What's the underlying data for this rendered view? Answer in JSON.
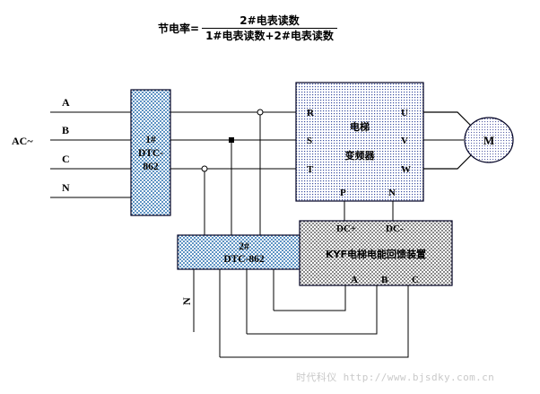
{
  "formula": {
    "lhs": "节电率=",
    "numerator": "2#电表读数",
    "denominator": "1#电表读数+2#电表读数"
  },
  "source_bus": {
    "label": "AC~",
    "lines": [
      "A",
      "B",
      "C",
      "N"
    ]
  },
  "meter1": {
    "line1": "1#",
    "line2": "DTC-",
    "line3": "862",
    "fill_color": "#a8c8e0"
  },
  "meter2": {
    "line1": "2#",
    "line2": "DTC-862",
    "fill_color": "#a8c8e0"
  },
  "inverter": {
    "title_line1": "电梯",
    "title_line2": "变频器",
    "inputs": [
      "R",
      "S",
      "T"
    ],
    "outputs": [
      "U",
      "V",
      "W"
    ],
    "dc_terminals": [
      "P",
      "N"
    ],
    "fill_color": "#c8d4e8"
  },
  "feedback_unit": {
    "title": "KYF电梯电能回馈装置",
    "dc_terminals": [
      "DC+",
      "DC-"
    ],
    "ac_terminals": [
      "A",
      "B",
      "C"
    ],
    "fill_color": "#d0d0d0"
  },
  "motor": {
    "label": "M",
    "fill_color": "#d8dcec"
  },
  "neutral_branch": {
    "label": "N"
  },
  "watermark": {
    "company": "时代科仪",
    "url": "http://www.bjsdky.com.cn"
  },
  "colors": {
    "wire": "#000000",
    "outline": "#000022",
    "background": "#ffffff",
    "watermark_text": "#c9c9c9"
  }
}
